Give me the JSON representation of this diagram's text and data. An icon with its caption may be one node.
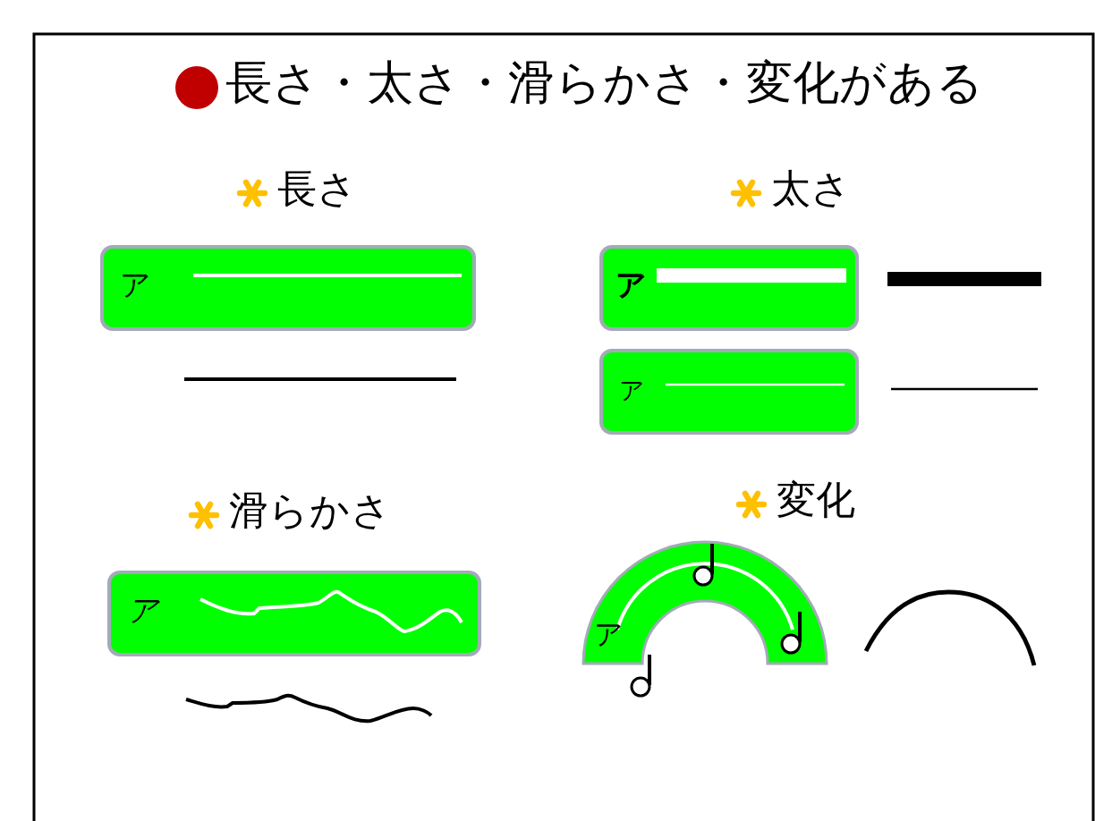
{
  "diagram": {
    "title": "長さ・太さ・滑らかさ・変化がある",
    "nodes": [
      {
        "text": [
          "ア"
        ]
      },
      {
        "text": [
          "ア"
        ]
      },
      {
        "text": [
          "ア"
        ]
      },
      {
        "text": [
          "ア"
        ]
      },
      {
        "text": [
          "ア"
        ]
      }
    ],
    "labels": [
      "長さ",
      "太さ",
      "滑らかさ",
      "変化"
    ]
  }
}
